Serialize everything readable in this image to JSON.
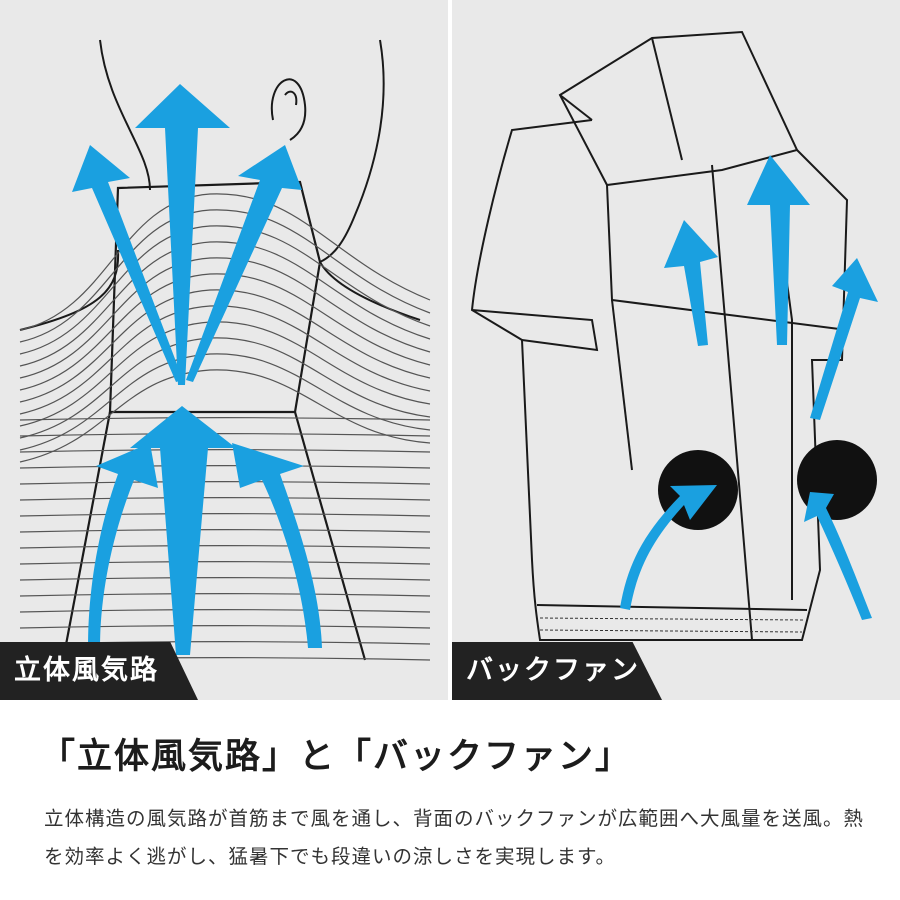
{
  "colors": {
    "arrow": "#1aa0e0",
    "tag_bg": "#222222",
    "panel_bg": "#e9e9e9",
    "fan": "#111111"
  },
  "panels": {
    "left": {
      "label": "立体風気路"
    },
    "right": {
      "label": "バックファン"
    }
  },
  "headline": "「立体風気路」と「バックファン」",
  "description": "立体構造の風気路が首筋まで風を通し、背面のバックファンが広範囲へ大風量を送風。熱を効率よく逃がし、猛暑下でも段違いの涼しさを実現します。"
}
